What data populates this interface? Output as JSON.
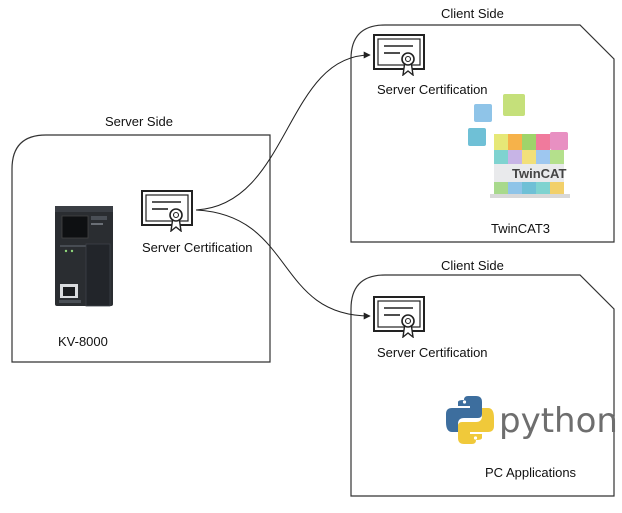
{
  "server": {
    "heading": "Server Side",
    "device_name": "KV-8000",
    "cert_label": "Server Certification"
  },
  "client_twincat": {
    "heading": "Client Side",
    "cert_label": "Server Certification",
    "app_name": "TwinCAT3",
    "logo_text": "TwinCAT"
  },
  "client_python": {
    "heading": "Client Side",
    "cert_label": "Server Certification",
    "app_name": "PC Applications",
    "logo_text": "python"
  },
  "colors": {
    "python_blue": "#3d6e9e",
    "python_yellow": "#f0c93a",
    "python_text": "#6e6e6e",
    "twincat_red": "#d8242b",
    "device_body": "#2a2d31"
  },
  "icons": [
    "certificate-icon",
    "plc-device-image",
    "twincat-cube-logo",
    "python-logo"
  ]
}
